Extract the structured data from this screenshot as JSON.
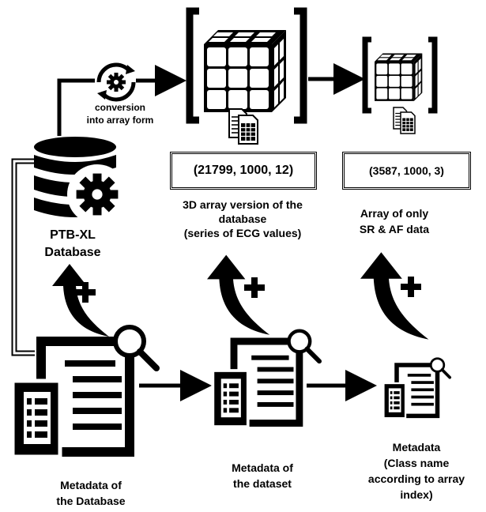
{
  "labels": {
    "conversion": "conversion\ninto array form",
    "ptbxl": "PTB-XL\nDatabase",
    "array3d_desc": "3D array version of the\ndatabase\n(series of  ECG values)",
    "sraf_desc": "Array of only\nSR & AF data",
    "meta_db": "Metadata of\nthe Database",
    "meta_ds": "Metadata of\nthe dataset",
    "meta_class": "Metadata\n(Class name\naccording to array\nindex)"
  },
  "shapes": {
    "full_array": "(21799, 1000, 12)",
    "sraf_array": "(3587, 1000, 3)"
  },
  "icons": [
    "database-gear-icon",
    "conversion-cycle-icon",
    "cube-array-icon",
    "spreadsheet-icon",
    "document-search-icon",
    "curved-arrow-icon",
    "plus-icon"
  ]
}
